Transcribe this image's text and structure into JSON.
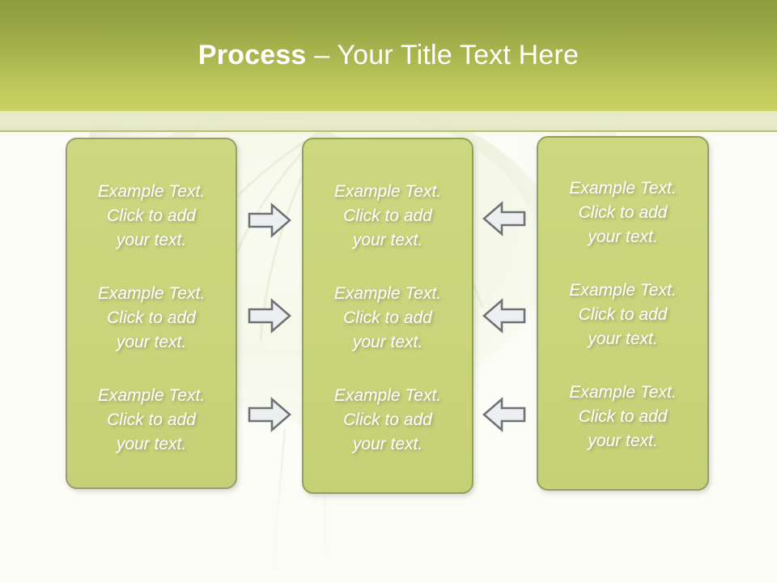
{
  "slide": {
    "title_bold": "Process",
    "title_rest": " – Your Title Text Here",
    "background_color": "#fbfcf5",
    "header_gradient_top": "#8d9c3c",
    "header_gradient_bottom": "#c8d263",
    "box_fill": "#c9d47b",
    "box_border": "#9aa45f",
    "text_color": "#ffffff",
    "arrow_fill": "#eceef0",
    "arrow_stroke": "#6f7276"
  },
  "columns": [
    {
      "name": "column-one",
      "blocks": [
        {
          "text": "Example Text.\nClick  to add\nyour text."
        },
        {
          "text": "Example Text.\nClick  to add\nyour text."
        },
        {
          "text": "Example Text.\nClick  to add\nyour text."
        }
      ]
    },
    {
      "name": "column-two",
      "blocks": [
        {
          "text": "Example Text.\nClick  to add\nyour text."
        },
        {
          "text": "Example Text.\nClick  to add\nyour text."
        },
        {
          "text": "Example Text.\nClick  to add\nyour text."
        }
      ]
    },
    {
      "name": "column-three",
      "blocks": [
        {
          "text": "Example Text.\nClick  to add\nyour text."
        },
        {
          "text": "Example Text.\nClick  to add\nyour text."
        },
        {
          "text": "Example Text.\nClick  to add\nyour text."
        }
      ]
    }
  ],
  "connectors": [
    {
      "name": "arrow-right-row-1",
      "direction": "right"
    },
    {
      "name": "arrow-right-row-2",
      "direction": "right"
    },
    {
      "name": "arrow-right-row-3",
      "direction": "right"
    },
    {
      "name": "arrow-left-row-1",
      "direction": "left"
    },
    {
      "name": "arrow-left-row-2",
      "direction": "left"
    },
    {
      "name": "arrow-left-row-3",
      "direction": "left"
    }
  ]
}
